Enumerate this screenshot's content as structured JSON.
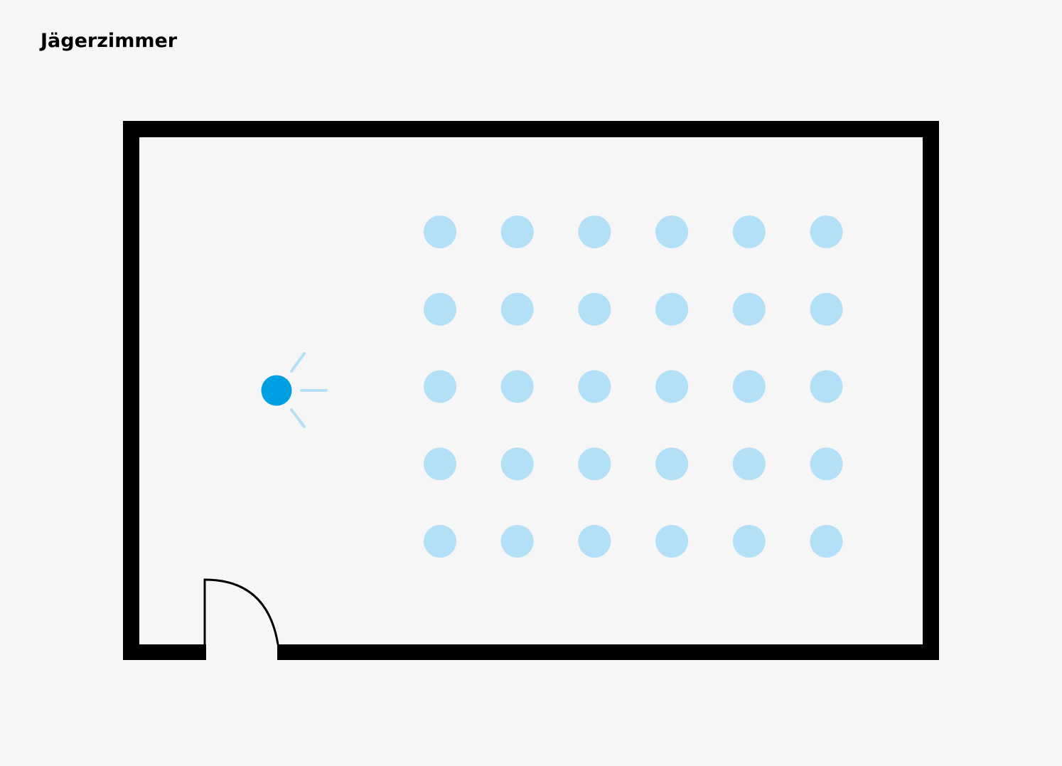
{
  "room": {
    "title": "Jägerzimmer"
  },
  "layout": {
    "type": "floor-plan",
    "seating": "classroom",
    "seat_rows": 5,
    "seat_columns": 6,
    "presenter_facing": "right",
    "door_position": "bottom-left"
  },
  "colors": {
    "background": "#f6f6f6",
    "wall": "#000000",
    "seat": "#b3dff7",
    "presenter": "#009fe3",
    "presenter_rays": "#b3dff7"
  }
}
